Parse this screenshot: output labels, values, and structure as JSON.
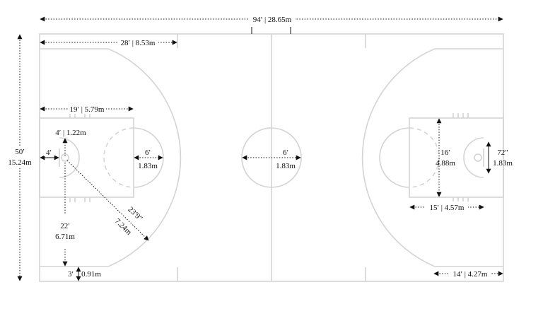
{
  "colors": {
    "court_lines": "#d4d4d4",
    "dimension_lines": "#111111",
    "background": "#ffffff"
  },
  "labels": {
    "overall_length": "94′ | 28.65m",
    "width_ft": "50′",
    "width_m": "15.24m",
    "half_to_arc": "28′ | 8.53m",
    "lane_length": "19′ | 5.79m",
    "backboard_offset": "4′ | 1.22m",
    "rim_offset": "4′",
    "ft_radius_ft": "6′",
    "ft_radius_m": "1.83m",
    "center_radius_ft": "6′",
    "center_radius_m": "1.83m",
    "three_pt_corner_ft": "22′",
    "three_pt_corner_m": "6.71m",
    "three_pt_arc_ft": "23′9″",
    "three_pt_arc_m": "7.24m",
    "sideline_gap_ft": "3′",
    "sideline_gap_m": "0.91m",
    "lane_width_ft": "16′",
    "lane_width_m": "4.88m",
    "backboard_width_ft": "72″",
    "backboard_width_m": "1.83m",
    "ft_line_dist": "15′ | 4.57m",
    "hash_dist": "14′ | 4.27m"
  }
}
